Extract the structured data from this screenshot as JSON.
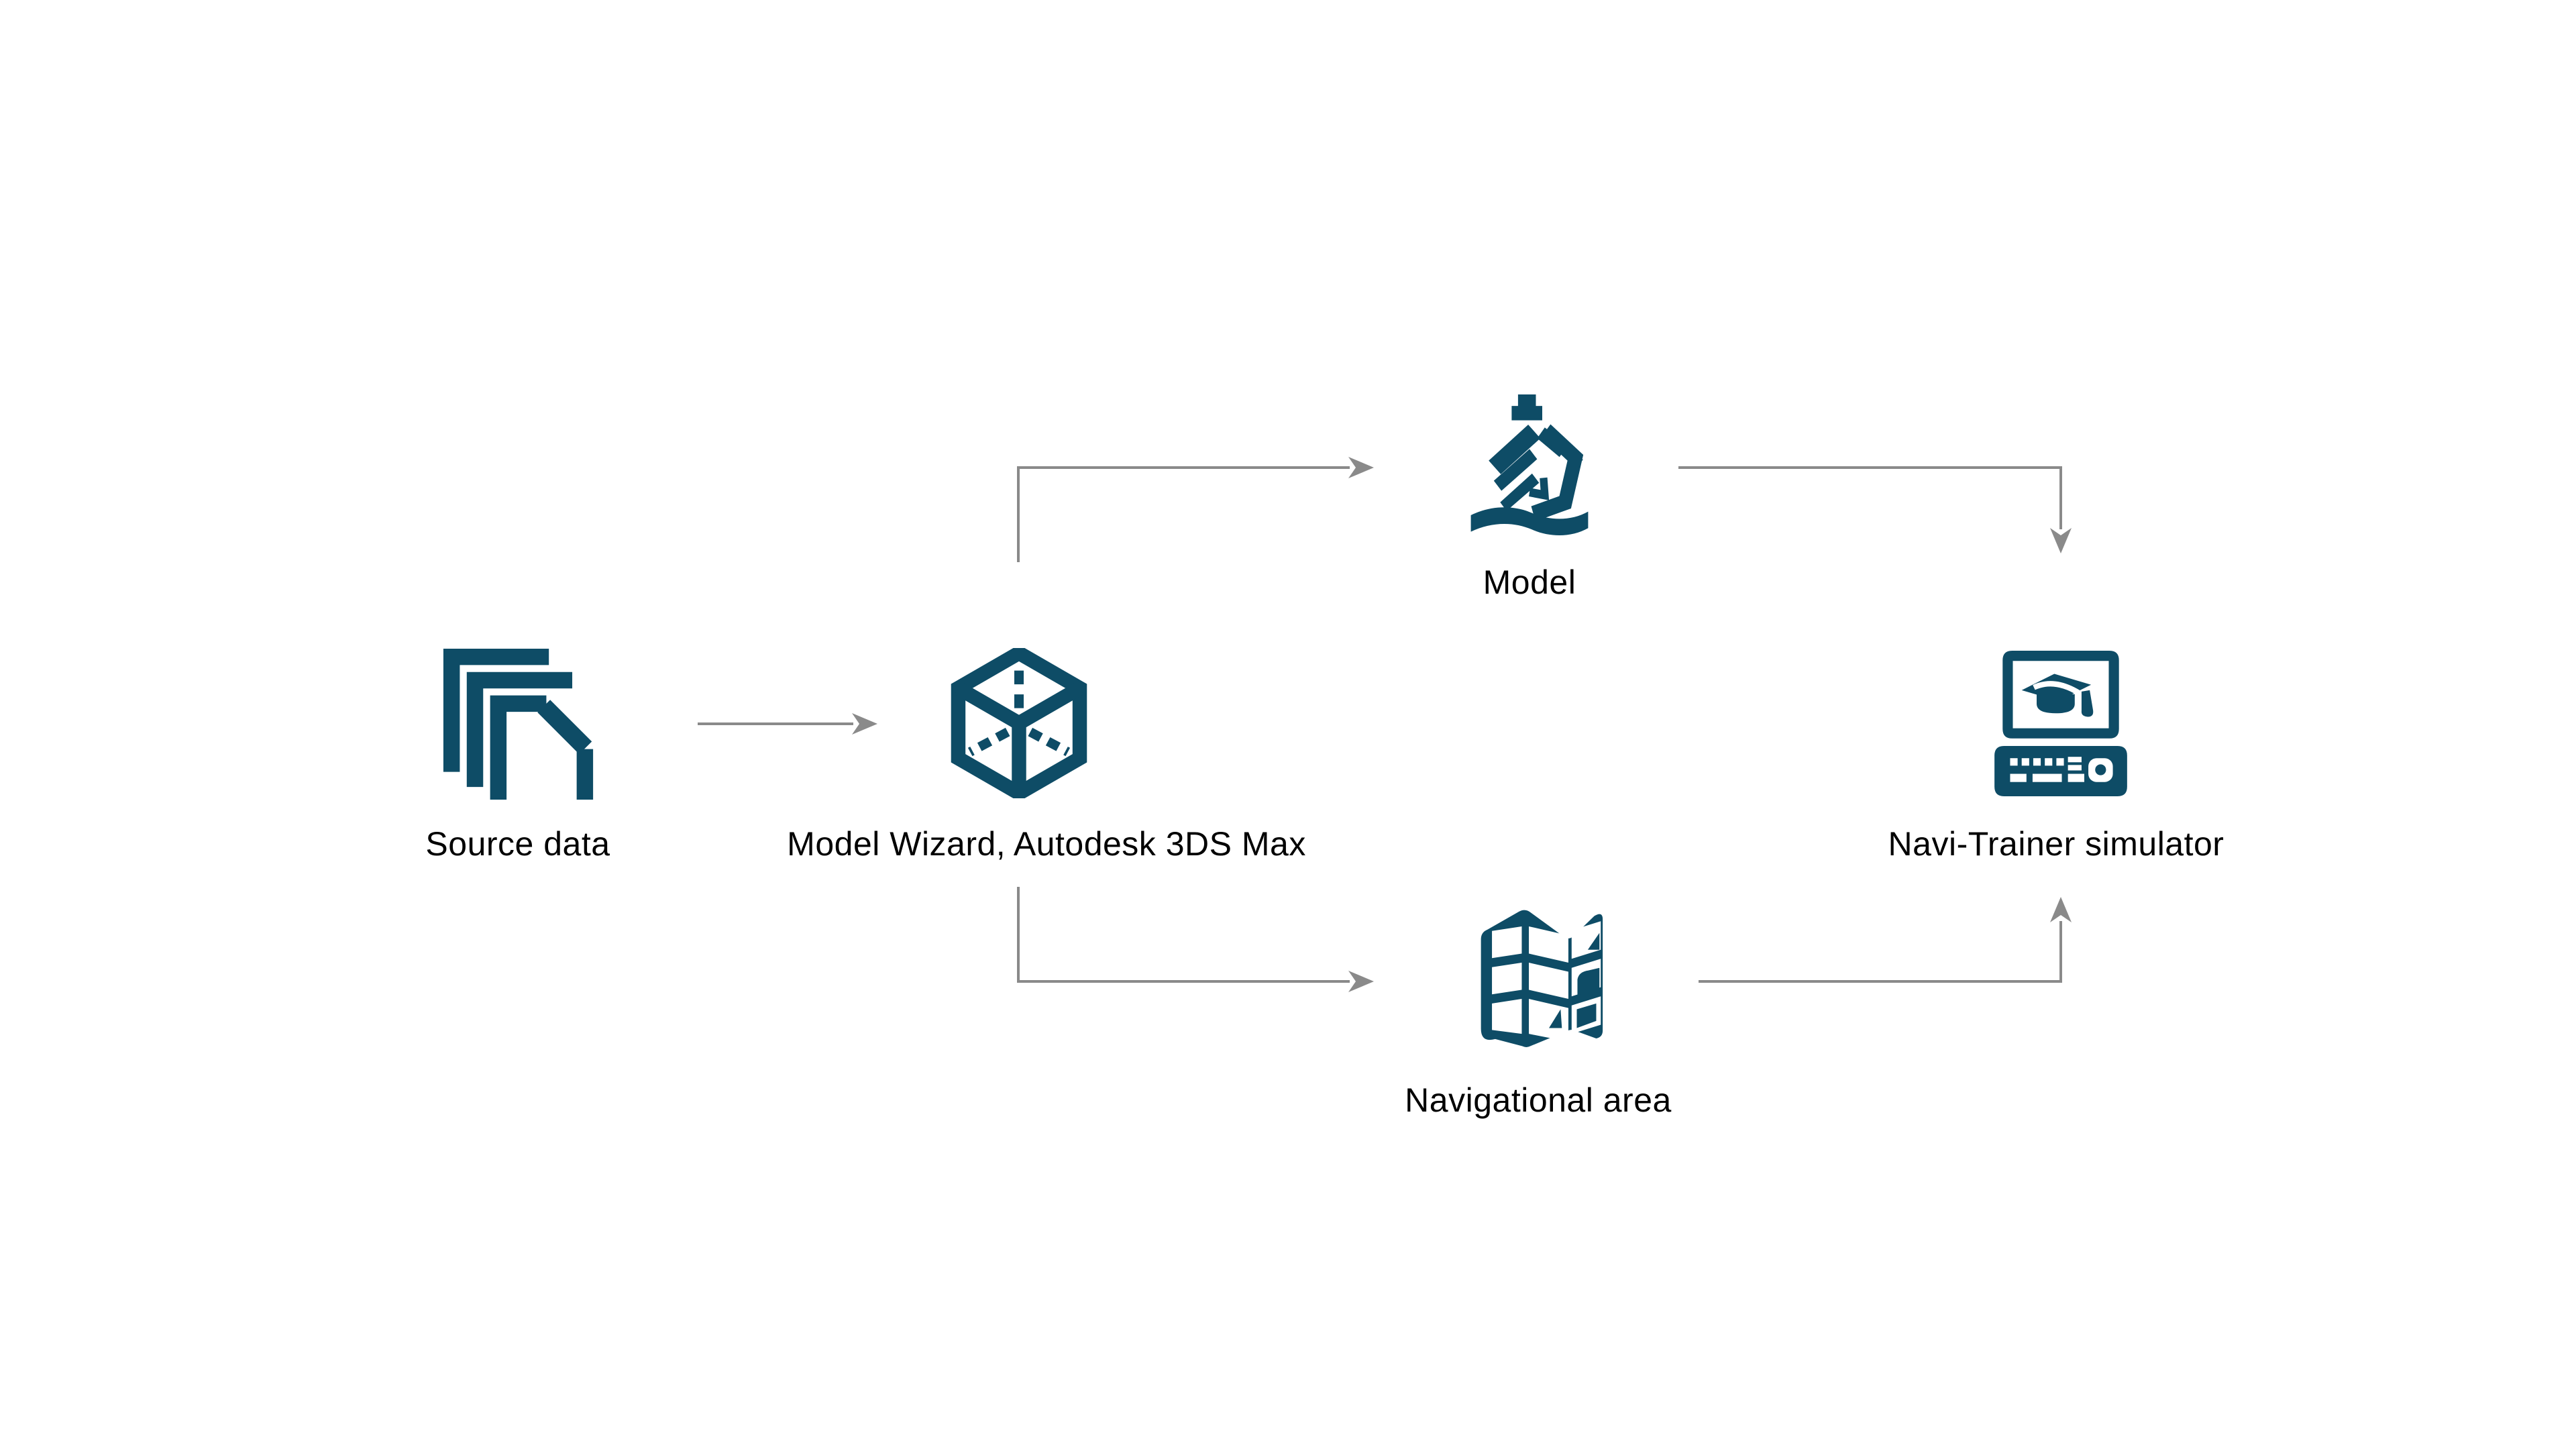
{
  "diagram": {
    "colors": {
      "background": "#ffffff",
      "icon": "#0e4c66",
      "arrow": "#8a8a8a",
      "label": "#000000"
    },
    "nodes": [
      {
        "id": "source-data",
        "label": "Source data",
        "icon": "documents-icon"
      },
      {
        "id": "model-wizard",
        "label": "Model Wizard, Autodesk 3DS Max",
        "icon": "cube-3d-icon"
      },
      {
        "id": "model",
        "label": "Model",
        "icon": "ship-icon"
      },
      {
        "id": "navigational-area",
        "label": "Navigational area",
        "icon": "folded-map-icon"
      },
      {
        "id": "navi-trainer-simulator",
        "label": "Navi-Trainer simulator",
        "icon": "training-computer-icon"
      }
    ],
    "edges": [
      {
        "from": "source-data",
        "to": "model-wizard"
      },
      {
        "from": "model-wizard",
        "to": "model"
      },
      {
        "from": "model-wizard",
        "to": "navigational-area"
      },
      {
        "from": "model",
        "to": "navi-trainer-simulator"
      },
      {
        "from": "navigational-area",
        "to": "navi-trainer-simulator"
      }
    ]
  }
}
